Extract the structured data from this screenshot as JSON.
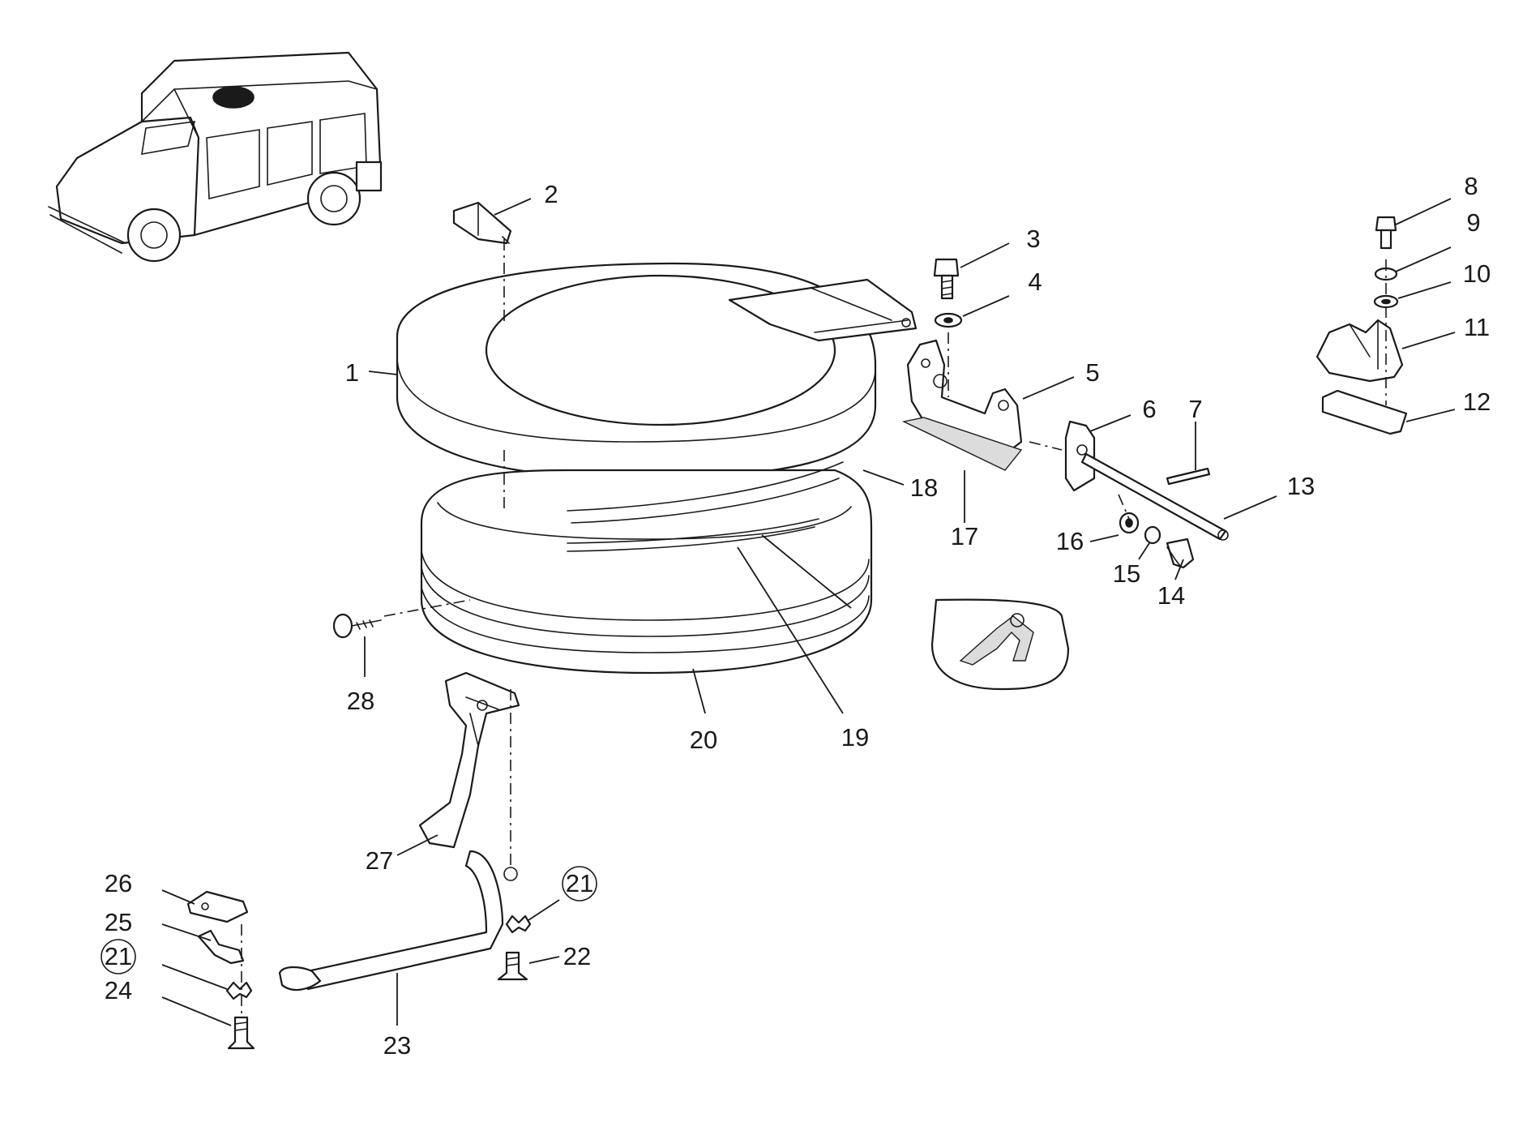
{
  "diagram": {
    "callouts": {
      "c1": "1",
      "c2": "2",
      "c3": "3",
      "c4": "4",
      "c5": "5",
      "c6": "6",
      "c7": "7",
      "c8": "8",
      "c9": "9",
      "c10": "10",
      "c11": "11",
      "c12": "12",
      "c13": "13",
      "c14": "14",
      "c15": "15",
      "c16": "16",
      "c17": "17",
      "c18": "18",
      "c19": "19",
      "c20": "20",
      "c21a": "21",
      "c21b": "21",
      "c22": "22",
      "c23": "23",
      "c24": "24",
      "c25": "25",
      "c26": "26",
      "c27": "27",
      "c28": "28"
    },
    "colors": {
      "line": "#1a1a1a",
      "background": "#ffffff",
      "shade": "#dcdcdc"
    }
  }
}
